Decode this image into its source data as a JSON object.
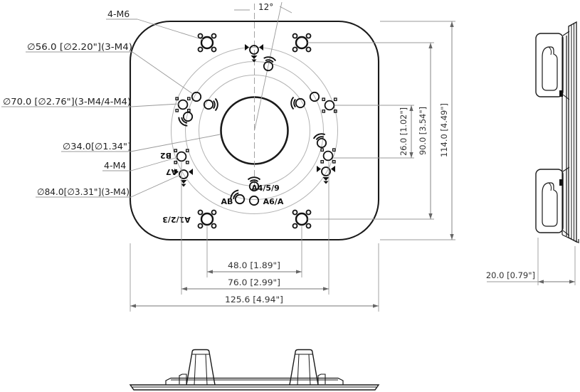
{
  "front": {
    "angle": "12°",
    "callouts": {
      "m6": "4-M6",
      "d56": "∅56.0 [∅2.20\"](3-M4)",
      "d70": "∅70.0 [∅2.76\"](3-M4/4-M4)",
      "d34": "∅34.0[∅1.34\"]",
      "m4": "4-M4",
      "d84": "∅84.0[∅3.31\"](3-M4)"
    },
    "hole_labels": {
      "b2": "B2",
      "a7": "A7",
      "a123": "A1/2/3",
      "ab": "AB",
      "a459": "A4/5/9",
      "a6a": "A6/A"
    },
    "dims": {
      "d26": "26.0 [1.02\"]",
      "d90": "90.0 [3.54\"]",
      "d114": "114.0 [4.49\"]",
      "d48": "48.0 [1.89\"]",
      "d76": "76.0 [2.99\"]",
      "d125": "125.6 [4.94\"]"
    }
  },
  "side": {
    "dims": {
      "d20": "20.0 [0.79\"]"
    }
  },
  "colors": {
    "edge": "#1a1a1a",
    "construction": "#999999",
    "dimension_text": "#333333"
  }
}
